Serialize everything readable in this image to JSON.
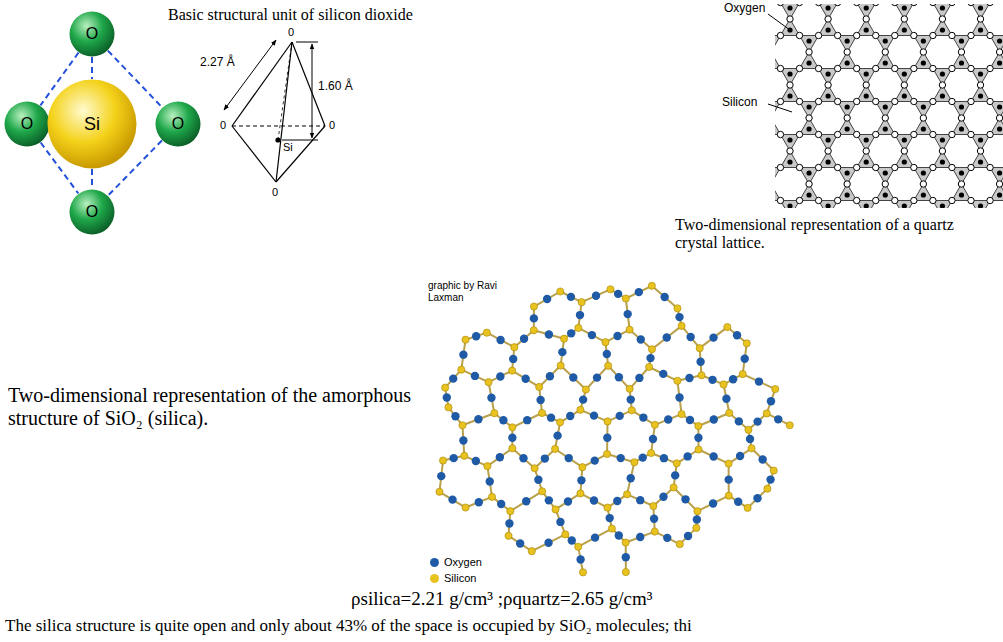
{
  "diagram": {
    "nodes": [
      {
        "text": [
          "O"
        ]
      },
      {
        "text": [
          "O"
        ]
      },
      {
        "text": [
          "Si"
        ]
      },
      {
        "text": [
          "O"
        ]
      },
      {
        "text": [
          "O"
        ]
      }
    ],
    "edges": [
      {
        "from": 0,
        "to": 1,
        "arrow": "none"
      },
      {
        "from": 0,
        "to": 3,
        "arrow": "none"
      },
      {
        "from": 1,
        "to": 4,
        "arrow": "none"
      },
      {
        "from": 3,
        "to": 4,
        "arrow": "none"
      },
      {
        "from": 0,
        "to": 2,
        "arrow": "none"
      },
      {
        "from": 2,
        "to": 4,
        "arrow": "none"
      }
    ],
    "labels": [
      "Basic structural unit of silicon dioxide",
      "2.27 Å",
      "1.60 Å",
      "0",
      "0",
      "0",
      "0",
      "Si",
      "Oxygen",
      "Silicon",
      "Two-dimensional representation of a quartz crystal lattice.",
      "graphic by Ravi Laxman",
      "Two-dimensional representation of the amorphous structure of SiO₂ (silica).",
      "ρsilica=2.21 g/cm³ ;ρquartz=2.65 g/cm³",
      "The silica structure is quite open and only about 43% of the space is occupied by SiO₂ molecules; thi"
    ],
    "legend": [
      {
        "text": "Oxygen",
        "color": "#1f5aa6"
      },
      {
        "text": "Silicon",
        "color": "#e8c21e"
      }
    ]
  }
}
